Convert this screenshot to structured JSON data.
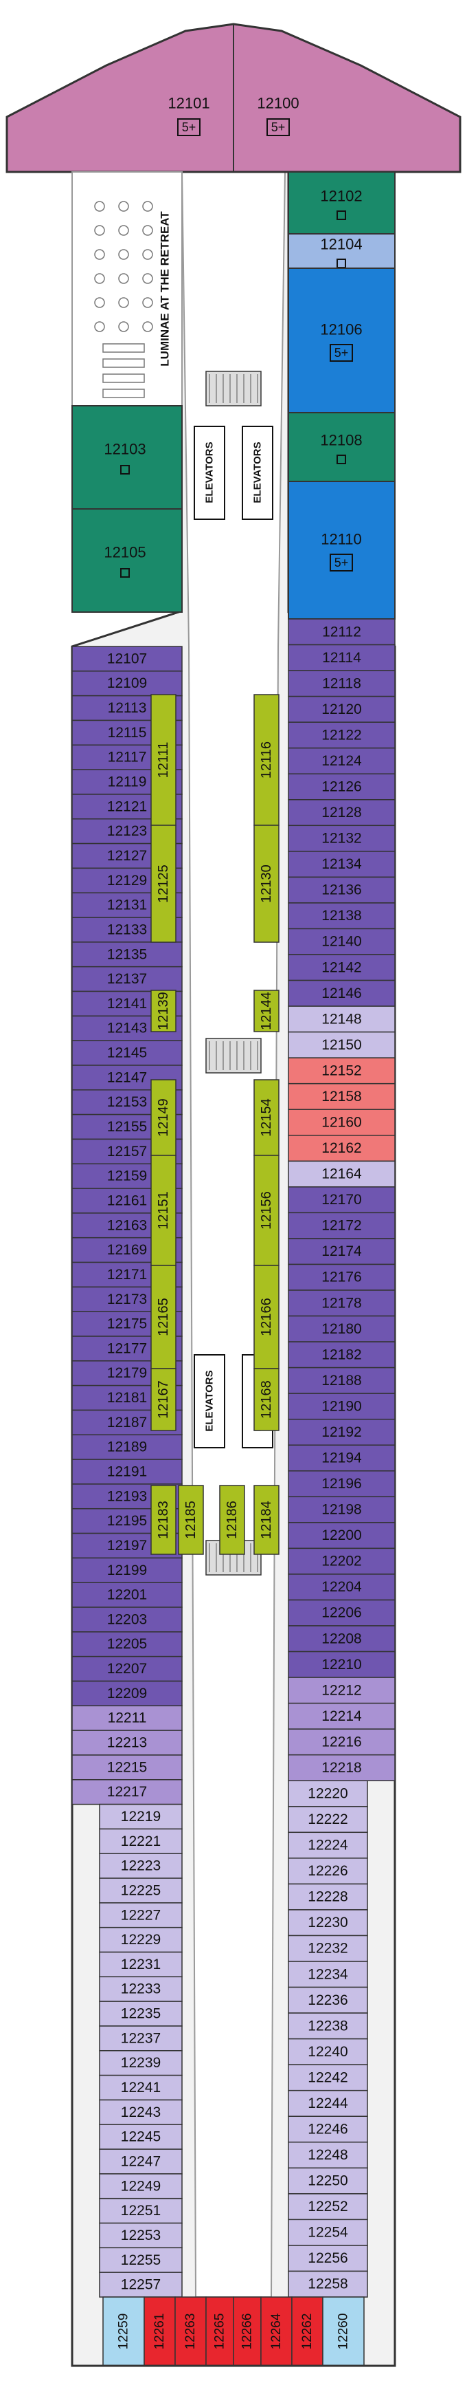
{
  "deck": {
    "elevator_label": "ELEVATORS",
    "lounge_label": "LUMINAE AT THE RETREAT"
  },
  "colors": {
    "suite_pink": "#c97fae",
    "sky_suite_green": "#1a8a6a",
    "sky_suite_blue": "#1c7fd6",
    "aqua_light_blue": "#9db8e4",
    "veranda_purple": "#6f56b0",
    "veranda_light_purple": "#a992d3",
    "oceanview_lavender": "#c8bfe6",
    "concierge_red": "#f07878",
    "signature_red": "#e8262e",
    "aqua_sky_blue": "#a9d8f0",
    "interior_olive": "#a9c020",
    "outline": "#333333"
  },
  "cabins": {
    "forward": [
      {
        "number": "12101",
        "note": "5+"
      },
      {
        "number": "12100",
        "note": "5+"
      },
      {
        "number": "12102",
        "note": ""
      },
      {
        "number": "12104",
        "note": ""
      },
      {
        "number": "12106",
        "note": "5+"
      },
      {
        "number": "12108",
        "note": ""
      },
      {
        "number": "12110",
        "note": "5+"
      },
      {
        "number": "12103",
        "note": ""
      },
      {
        "number": "12105",
        "note": ""
      }
    ],
    "port": [
      "12107",
      "12109",
      "12113",
      "12115",
      "12117",
      "12119",
      "12121",
      "12123",
      "12127",
      "12129",
      "12131",
      "12133",
      "12135",
      "12137",
      "12141",
      "12143",
      "12145",
      "12147",
      "12153",
      "12155",
      "12157",
      "12159",
      "12161",
      "12163",
      "12169",
      "12171",
      "12173",
      "12175",
      "12177",
      "12179",
      "12181",
      "12187",
      "12189",
      "12191",
      "12193",
      "12195",
      "12197",
      "12199",
      "12201",
      "12203",
      "12205",
      "12207",
      "12209",
      "12211",
      "12213",
      "12215",
      "12217",
      "12219",
      "12221",
      "12223",
      "12225",
      "12227",
      "12229",
      "12231",
      "12233",
      "12235",
      "12237",
      "12239",
      "12241",
      "12243",
      "12245",
      "12247",
      "12249",
      "12251",
      "12253",
      "12255",
      "12257"
    ],
    "starboard": [
      "12112",
      "12114",
      "12118",
      "12120",
      "12122",
      "12124",
      "12126",
      "12128",
      "12132",
      "12134",
      "12136",
      "12138",
      "12140",
      "12142",
      "12146",
      "12148",
      "12150",
      "12152",
      "12158",
      "12160",
      "12162",
      "12164",
      "12170",
      "12172",
      "12174",
      "12176",
      "12178",
      "12180",
      "12182",
      "12188",
      "12190",
      "12192",
      "12194",
      "12196",
      "12198",
      "12200",
      "12202",
      "12204",
      "12206",
      "12208",
      "12210",
      "12212",
      "12214",
      "12216",
      "12218",
      "12220",
      "12222",
      "12224",
      "12226",
      "12228",
      "12230",
      "12232",
      "12234",
      "12236",
      "12238",
      "12240",
      "12242",
      "12244",
      "12246",
      "12248",
      "12250",
      "12252",
      "12254",
      "12256",
      "12258"
    ],
    "interior": [
      "12111",
      "12116",
      "12125",
      "12130",
      "12139",
      "12144",
      "12149",
      "12154",
      "12151",
      "12156",
      "12165",
      "12166",
      "12167",
      "12168",
      "12183",
      "12185",
      "12186",
      "12184"
    ],
    "aft": [
      "12259",
      "12261",
      "12263",
      "12265",
      "12266",
      "12264",
      "12262",
      "12260"
    ]
  }
}
